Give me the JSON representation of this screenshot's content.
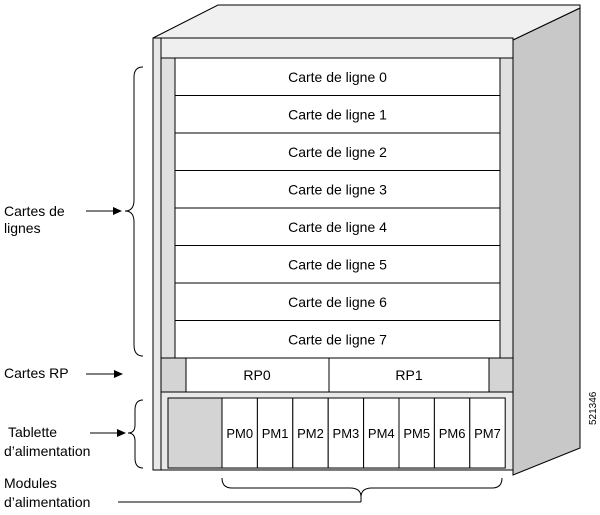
{
  "callouts": {
    "line_cards": [
      "Cartes de",
      "lignes"
    ],
    "rp_cards": "Cartes RP",
    "power_shelf": [
      "Tablette",
      "d’alimentation"
    ],
    "power_modules": [
      "Modules",
      "d’alimentation"
    ]
  },
  "line_cards": [
    "Carte de ligne 0",
    "Carte de ligne 1",
    "Carte de ligne 2",
    "Carte de ligne 3",
    "Carte de ligne 4",
    "Carte de ligne 5",
    "Carte de ligne 6",
    "Carte de ligne 7"
  ],
  "rp_slots": [
    "RP0",
    "RP1"
  ],
  "power_modules": [
    "PM0",
    "PM1",
    "PM2",
    "PM3",
    "PM4",
    "PM5",
    "PM6",
    "PM7"
  ],
  "figure_id": "521346",
  "colors": {
    "chassis_side": "#c8c8c8",
    "chassis_top": "#f0f0f0",
    "frame": "#e8e8e8",
    "slot_fill": "#ffffff",
    "filler": "#d4d4d4",
    "stroke": "#000000"
  }
}
